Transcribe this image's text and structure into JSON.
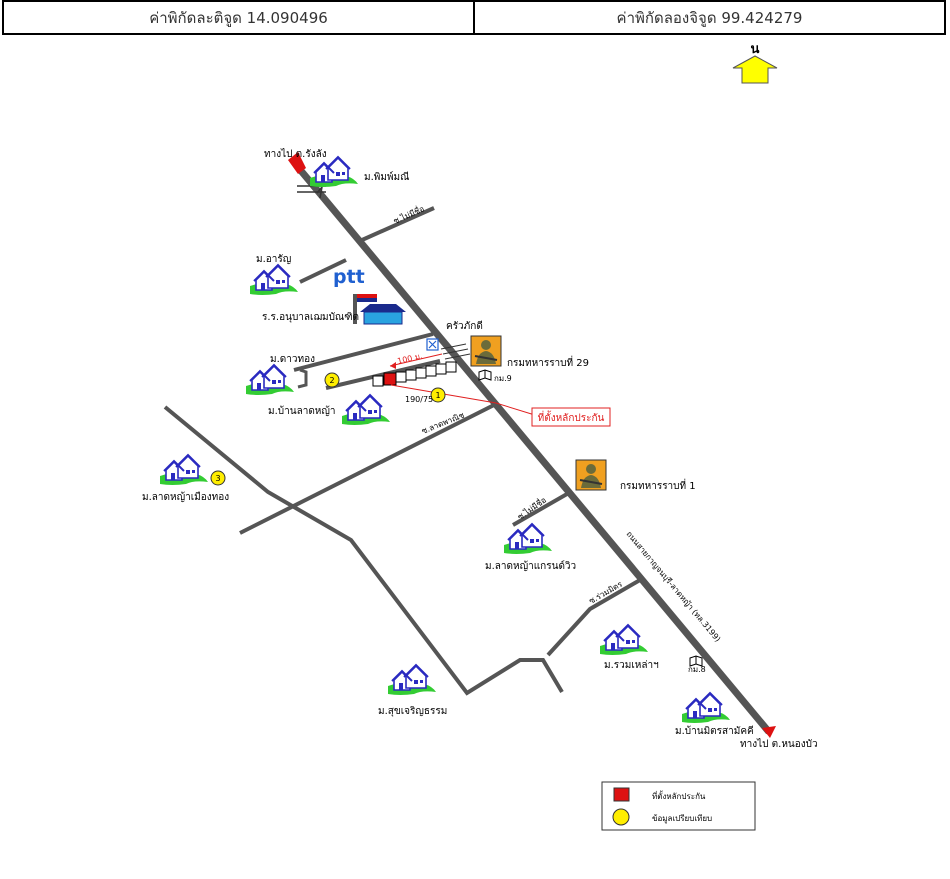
{
  "header": {
    "latitude_label": "ค่าพิกัดละติจูด 14.090496",
    "longitude_label": "ค่าพิกัดลองจิจูด 99.424279"
  },
  "north_arrow": {
    "label": "น",
    "color": "#ffff00"
  },
  "colors": {
    "main_road": "#555555",
    "road": "#555555",
    "grass": "#33cc33",
    "house": "#2a2ac0",
    "site": "#dd1111",
    "survey_point": "#ffee00",
    "callout": "#e02020"
  },
  "labels": {
    "to_rang_lang": "ทางไป ต.รังลัง",
    "to_nong_bua": "ทางไป ต.หนองบัว",
    "moo_phim_manee": "ม.พิมพ์มณี",
    "road_mai_mi_chue_1": "ซ.ไม่มีชื่อ",
    "moo_aroon": "ม.อารัญ",
    "ptt": "ptt",
    "kindergarten": "ร.ร.อนุบาลเฌมบัณฑิต",
    "krua_phak_dee": "ครัวภักดี",
    "moo_dao_thong": "ม.ดาวทอง",
    "distance": "100 ม.",
    "regiment_29": "กรมทหารราบที่ 29",
    "km9": "กม.9",
    "house_number": "190/75",
    "moo_ban_lad_ya": "ม.บ้านลาดหญ้า",
    "site_callout": "ที่ตั้งหลักประกัน",
    "road_lad_ya_phanit": "ซ.ลาดพาณิช",
    "moo_lad_ya_mueang_thong": "ม.ลาดหญ้าเมืองทอง",
    "regiment_1": "กรมทหารราบที่ 1",
    "road_mai_mi_chue_2": "ซ.ไม่มีชื่อ",
    "moo_lad_ya_green_view": "ม.ลาดหญ้าแกรนด์วิว",
    "main_highway": "ถนนสายกาญจนบุรี-ลาดหญ้า (ทล.3199)",
    "road_ruam_mit": "ซ.ร่วมมิตร",
    "moo_ruam_thahan": "ม.รวมเหล่าฯ",
    "km8": "กม.8",
    "moo_suk_charoen_tham": "ม.สุขเจริญธรรม",
    "moo_ban_mit_samakkhi": "ม.บ้านมิตรสามัคคี",
    "pt1": "1",
    "pt2": "2",
    "pt3": "3"
  },
  "legend": {
    "site_label": "ที่ตั้งหลักประกัน",
    "survey_label": "ข้อมูลเปรียบเทียบ"
  }
}
